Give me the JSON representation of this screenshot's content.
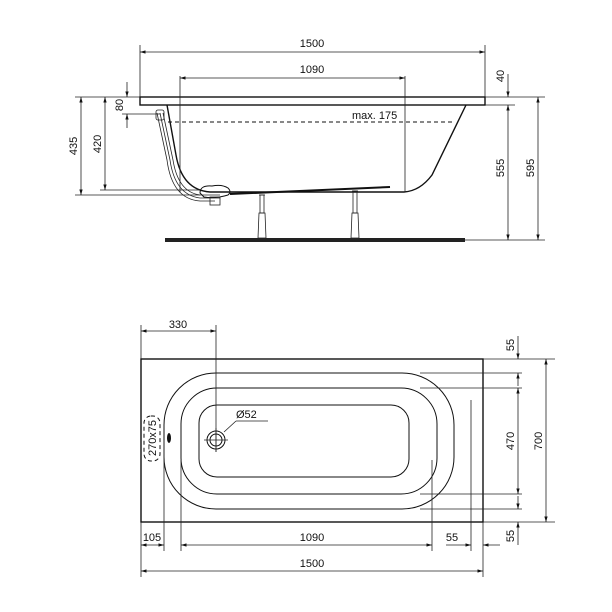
{
  "drawing": {
    "subject": "Bathtub technical drawing",
    "units": "mm",
    "colors": {
      "line": "#111111",
      "background": "#ffffff"
    }
  },
  "side_view": {
    "dims": {
      "overall_length": "1500",
      "inner_length": "1090",
      "rim_thickness": "40",
      "overflow_offset": "80",
      "height_435": "435",
      "height_420": "420",
      "depth_555": "555",
      "total_height": "595"
    },
    "water_level_label": "max. 175"
  },
  "top_view": {
    "dims": {
      "drain_offset": "330",
      "drain_diameter": "Ø52",
      "cutout": "270x75",
      "top_margin": "55",
      "inner_width": "470",
      "bottom_margin": "55",
      "overall_width": "700",
      "left_margin": "105",
      "inner_length": "1090",
      "right_margin": "55",
      "overall_length": "1500"
    }
  }
}
